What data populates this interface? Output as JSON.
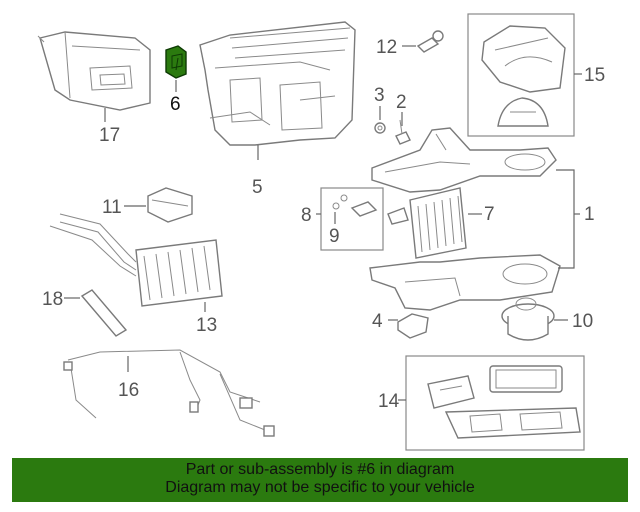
{
  "callouts": {
    "c1": "1",
    "c2": "2",
    "c3": "3",
    "c4": "4",
    "c5": "5",
    "c6": "6",
    "c7": "7",
    "c8": "8",
    "c9": "9",
    "c10": "10",
    "c11": "11",
    "c12": "12",
    "c13": "13",
    "c14": "14",
    "c15": "15",
    "c16": "16",
    "c17": "17",
    "c18": "18"
  },
  "highlight": {
    "part": "6",
    "color": "#2b7a0f"
  },
  "banner": {
    "line1": "Part or sub-assembly is #6 in diagram",
    "line2": "Diagram may not be specific to your vehicle",
    "background": "#2b7a0f"
  }
}
